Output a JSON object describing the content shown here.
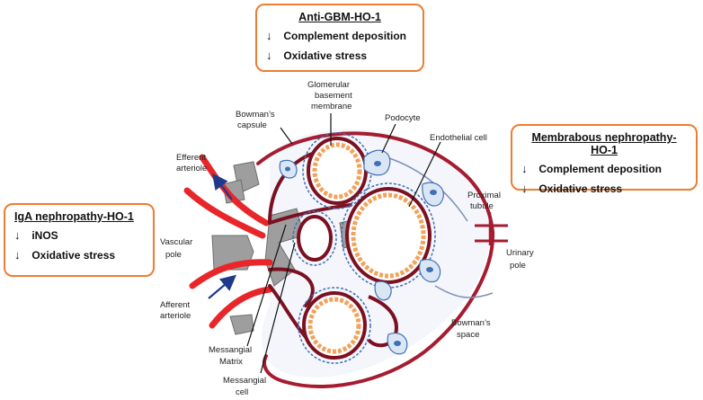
{
  "boxes": {
    "anti_gbm": {
      "title": "Anti-GBM-HO-1",
      "items": [
        {
          "arrow": "↓",
          "text": "Complement deposition"
        },
        {
          "arrow": "↓",
          "text": "Oxidative stress"
        }
      ]
    },
    "membranous": {
      "title": "Membrabous nephropathy-HO-1",
      "items": [
        {
          "arrow": "↓",
          "text": "Complement deposition"
        },
        {
          "arrow": "↓",
          "text": "Oxidative stress"
        }
      ]
    },
    "iga": {
      "title": "IgA nephropathy-HO-1",
      "items": [
        {
          "arrow": "↓",
          "text": "iNOS"
        },
        {
          "arrow": "↓",
          "text": "Oxidative stress"
        }
      ]
    }
  },
  "labels": {
    "bowmans_capsule": [
      "Bowman’s",
      "capsule"
    ],
    "gbm": [
      "Glomerular",
      "basement",
      "membrane"
    ],
    "podocyte": [
      "Podocyte"
    ],
    "endothelial_cell": [
      "Endothelial cell"
    ],
    "efferent_arteriole": [
      "Efferent",
      "arteriole"
    ],
    "proximal_tubule": [
      "Proximal",
      "tubule"
    ],
    "vascular_pole": [
      "Vascular",
      "pole"
    ],
    "urinary_pole": [
      "Urinary",
      "pole"
    ],
    "afferent_arteriole": [
      "Afferent",
      "arteriole"
    ],
    "bowmans_space": [
      "Bowman’s",
      "space"
    ],
    "mesangial_matrix": [
      "Messangial",
      "Matrix"
    ],
    "mesangial_cell": [
      "Messangial",
      "cell"
    ]
  },
  "colors": {
    "box_border": "#ed7d31",
    "capsule": "#a51c30",
    "arteriole": "#e8262a",
    "capillary_wall": "#7b1020",
    "endothelium": "#f1a35c",
    "podocyte": "#3f6fb5",
    "podocyte_fill": "#dbe6f5",
    "mesangium": "#9e9e9e",
    "flow_arrow": "#1f3a8a"
  }
}
